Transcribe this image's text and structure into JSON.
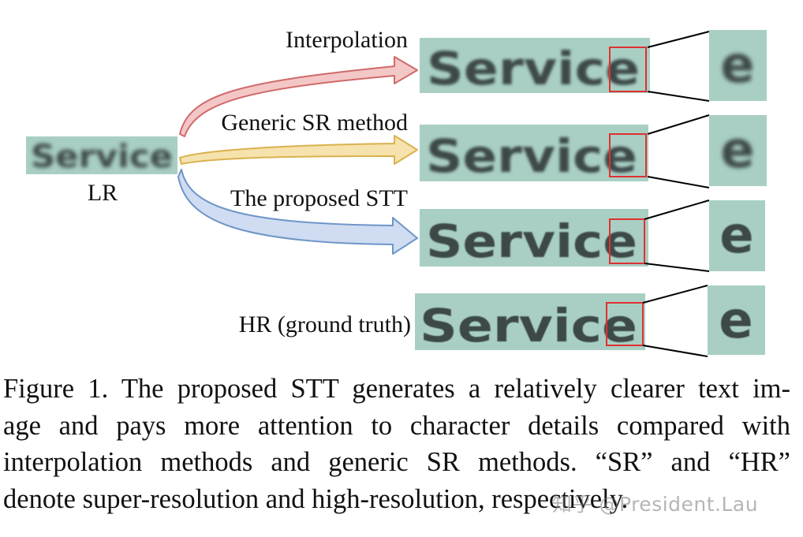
{
  "labels": {
    "interpolation": "Interpolation",
    "generic_sr": "Generic SR method",
    "proposed_stt": "The proposed STT",
    "hr_ground_truth": "HR (ground truth)",
    "lr": "LR"
  },
  "sample_word": "Service",
  "zoom_letters": {
    "interpolation": "e",
    "generic_sr": "e",
    "proposed_stt": "e",
    "hr": "e"
  },
  "colors": {
    "image_bg": "#a9cfc4",
    "arrow_interpolation": "#d06a6a",
    "arrow_generic_sr": "#d9b24e",
    "arrow_proposed_stt": "#6f95c8",
    "highlight_box": "#e03030"
  },
  "caption": {
    "line1": "Figure 1. The proposed STT generates a relatively clearer text im-",
    "line2": "age and pays more attention to character details compared with",
    "line3": "interpolation methods and generic SR methods. “SR” and “HR”",
    "line4": "denote super-resolution and high-resolution, respectively."
  },
  "watermark": "知乎 @President.Lau"
}
